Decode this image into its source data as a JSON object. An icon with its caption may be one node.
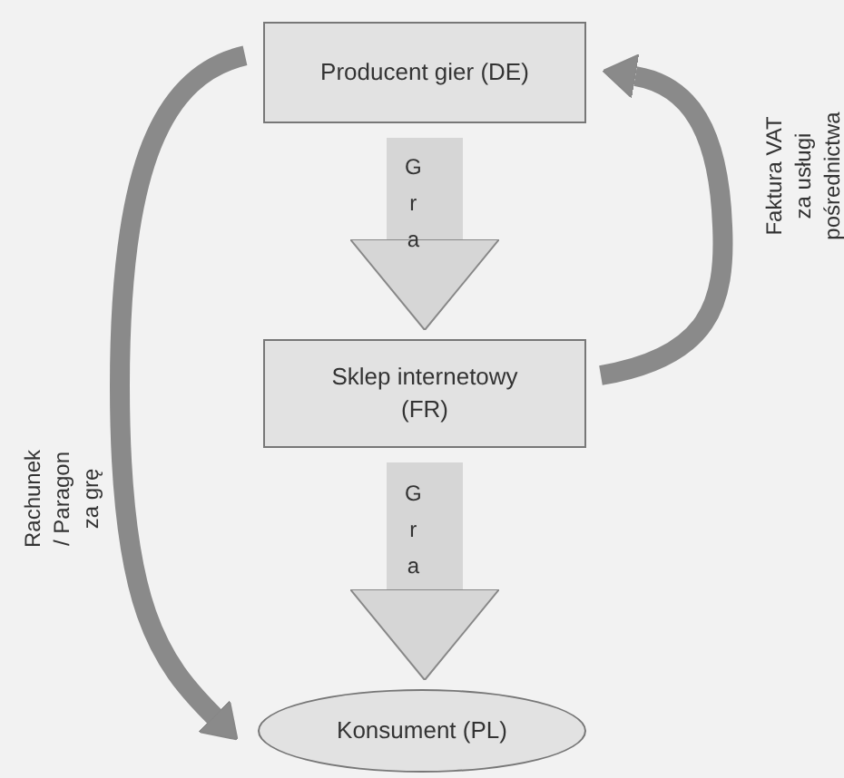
{
  "diagram": {
    "nodes": [
      {
        "text": [
          "Producent gier (DE)"
        ]
      },
      {
        "text": [
          "Sklep internetowy (FR)"
        ]
      },
      {
        "text": [
          "Konsument (PL)"
        ]
      }
    ],
    "edges": [
      {
        "from": 0,
        "to": 1,
        "arrow": "to",
        "label": "Gra",
        "style": "thick"
      },
      {
        "from": 1,
        "to": 2,
        "arrow": "to",
        "label": "Gra",
        "style": "thick"
      },
      {
        "from": 0,
        "to": 2,
        "arrow": "to",
        "label": "Rachunek / Paragon za grę"
      },
      {
        "from": 1,
        "to": 0,
        "arrow": "to",
        "label": "Faktura VAT za usługi pośrednictwa"
      }
    ]
  }
}
